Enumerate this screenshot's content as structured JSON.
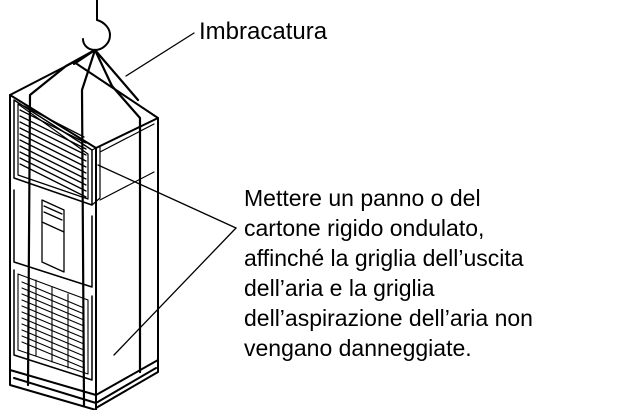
{
  "diagram": {
    "sling_label": "Imbracatura",
    "protection_note_lines": [
      "Mettere un panno o del",
      "cartone rigido ondulato,",
      "affinché la griglia dell’uscita",
      "dell’aria e la griglia",
      "dell’aspirazione dell’aria non",
      "vengano danneggiate."
    ],
    "stroke_color": "#000000",
    "background_color": "#ffffff"
  }
}
